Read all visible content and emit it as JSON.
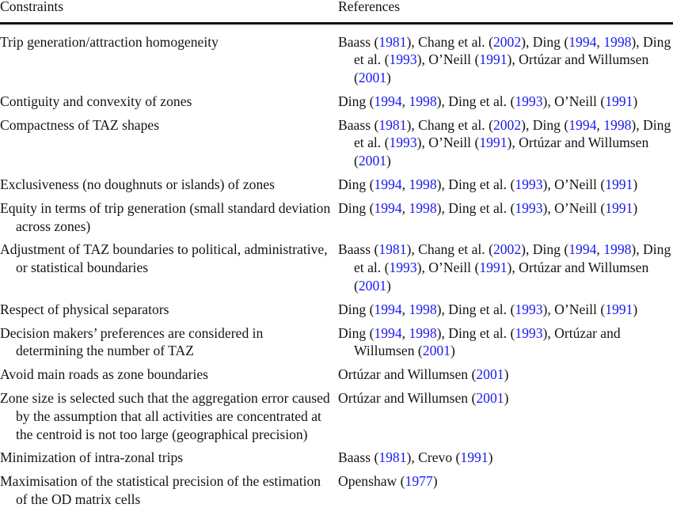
{
  "table": {
    "headers": [
      "Constraints",
      "References"
    ],
    "rows": [
      {
        "constraint": "Trip generation/attraction homogeneity",
        "references": [
          {
            "t": "Baass ("
          },
          {
            "y": "1981"
          },
          {
            "t": "), Chang et al. ("
          },
          {
            "y": "2002"
          },
          {
            "t": "), Ding ("
          },
          {
            "y": "1994"
          },
          {
            "t": ", "
          },
          {
            "y": "1998"
          },
          {
            "t": "), Ding et al. ("
          },
          {
            "y": "1993"
          },
          {
            "t": "), O’Neill ("
          },
          {
            "y": "1991"
          },
          {
            "t": "), Ortúzar and Willumsen ("
          },
          {
            "y": "2001"
          },
          {
            "t": ")"
          }
        ]
      },
      {
        "constraint": "Contiguity and convexity of zones",
        "references": [
          {
            "t": "Ding ("
          },
          {
            "y": "1994"
          },
          {
            "t": ", "
          },
          {
            "y": "1998"
          },
          {
            "t": "), Ding et al. ("
          },
          {
            "y": "1993"
          },
          {
            "t": "), O’Neill ("
          },
          {
            "y": "1991"
          },
          {
            "t": ")"
          }
        ]
      },
      {
        "constraint": "Compactness of TAZ shapes",
        "references": [
          {
            "t": "Baass ("
          },
          {
            "y": "1981"
          },
          {
            "t": "), Chang et al. ("
          },
          {
            "y": "2002"
          },
          {
            "t": "), Ding ("
          },
          {
            "y": "1994"
          },
          {
            "t": ", "
          },
          {
            "y": "1998"
          },
          {
            "t": "), Ding et al. ("
          },
          {
            "y": "1993"
          },
          {
            "t": "), O’Neill ("
          },
          {
            "y": "1991"
          },
          {
            "t": "), Ortúzar and Willumsen ("
          },
          {
            "y": "2001"
          },
          {
            "t": ")"
          }
        ]
      },
      {
        "constraint": "Exclusiveness (no doughnuts or islands) of zones",
        "references": [
          {
            "t": "Ding ("
          },
          {
            "y": "1994"
          },
          {
            "t": ", "
          },
          {
            "y": "1998"
          },
          {
            "t": "), Ding et al. ("
          },
          {
            "y": "1993"
          },
          {
            "t": "), O’Neill ("
          },
          {
            "y": "1991"
          },
          {
            "t": ")"
          }
        ]
      },
      {
        "constraint": "Equity in terms of trip generation (small standard deviation across zones)",
        "references": [
          {
            "t": "Ding ("
          },
          {
            "y": "1994"
          },
          {
            "t": ", "
          },
          {
            "y": "1998"
          },
          {
            "t": "), Ding et al. ("
          },
          {
            "y": "1993"
          },
          {
            "t": "), O’Neill ("
          },
          {
            "y": "1991"
          },
          {
            "t": ")"
          }
        ]
      },
      {
        "constraint": "Adjustment of TAZ boundaries to political, administrative, or statistical boundaries",
        "references": [
          {
            "t": "Baass ("
          },
          {
            "y": "1981"
          },
          {
            "t": "), Chang et al. ("
          },
          {
            "y": "2002"
          },
          {
            "t": "), Ding ("
          },
          {
            "y": "1994"
          },
          {
            "t": ", "
          },
          {
            "y": "1998"
          },
          {
            "t": "), Ding et al. ("
          },
          {
            "y": "1993"
          },
          {
            "t": "), O’Neill ("
          },
          {
            "y": "1991"
          },
          {
            "t": "), Ortúzar and Willumsen ("
          },
          {
            "y": "2001"
          },
          {
            "t": ")"
          }
        ]
      },
      {
        "constraint": "Respect of physical separators",
        "references": [
          {
            "t": "Ding ("
          },
          {
            "y": "1994"
          },
          {
            "t": ", "
          },
          {
            "y": "1998"
          },
          {
            "t": "), Ding et al. ("
          },
          {
            "y": "1993"
          },
          {
            "t": "), O’Neill ("
          },
          {
            "y": "1991"
          },
          {
            "t": ")"
          }
        ]
      },
      {
        "constraint": "Decision makers’ preferences are considered in determining the number of TAZ",
        "references": [
          {
            "t": "Ding ("
          },
          {
            "y": "1994"
          },
          {
            "t": ", "
          },
          {
            "y": "1998"
          },
          {
            "t": "), Ding et al. ("
          },
          {
            "y": "1993"
          },
          {
            "t": "), Ortúzar and Willumsen ("
          },
          {
            "y": "2001"
          },
          {
            "t": ")"
          }
        ]
      },
      {
        "constraint": "Avoid main roads as zone boundaries",
        "references": [
          {
            "t": "Ortúzar and Willumsen ("
          },
          {
            "y": "2001"
          },
          {
            "t": ")"
          }
        ]
      },
      {
        "constraint": "Zone size is selected such that the aggregation error caused by the assumption that all activities are concentrated at the centroid is not too large (geographical precision)",
        "references": [
          {
            "t": "Ortúzar and Willumsen ("
          },
          {
            "y": "2001"
          },
          {
            "t": ")"
          }
        ]
      },
      {
        "constraint": "Minimization of intra-zonal trips",
        "references": [
          {
            "t": "Baass ("
          },
          {
            "y": "1981"
          },
          {
            "t": "), Crevo ("
          },
          {
            "y": "1991"
          },
          {
            "t": ")"
          }
        ]
      },
      {
        "constraint": "Maximisation of the statistical precision of the estimation of the OD matrix cells",
        "references": [
          {
            "t": "Openshaw ("
          },
          {
            "y": "1977"
          },
          {
            "t": ")"
          }
        ]
      }
    ]
  },
  "colors": {
    "text": "#141414",
    "citation_link": "#1a1af0",
    "rule": "#111111",
    "background": "#ffffff"
  }
}
